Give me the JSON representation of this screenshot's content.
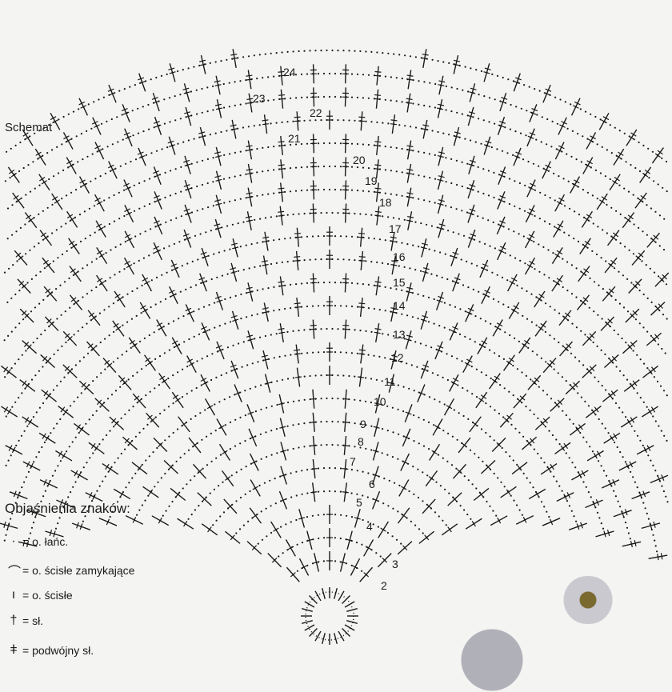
{
  "title": "Schemat",
  "legend": {
    "title": "Objaśnienia znaków:",
    "items": [
      {
        "symbol": "·",
        "label": "= o. łańc."
      },
      {
        "symbol": "⌒",
        "label": "= o. ścisłe zamykające"
      },
      {
        "symbol": "ı",
        "label": "= o. ścisłe"
      },
      {
        "symbol": "†",
        "label": "= sł."
      },
      {
        "symbol": "ǂ",
        "label": "= podwójny sł."
      }
    ]
  },
  "rows": [
    "2",
    "3",
    "4",
    "5",
    "6",
    "7",
    "8",
    "9",
    "10",
    "11",
    "12",
    "13",
    "14",
    "15",
    "16",
    "17",
    "18",
    "19",
    "20",
    "21",
    "22",
    "23",
    "24"
  ],
  "colors": {
    "ink": "#1a1a1a",
    "paper": "#f4f4f2",
    "petal": "#c9c9cf",
    "flower_center": "#7a6a30"
  }
}
